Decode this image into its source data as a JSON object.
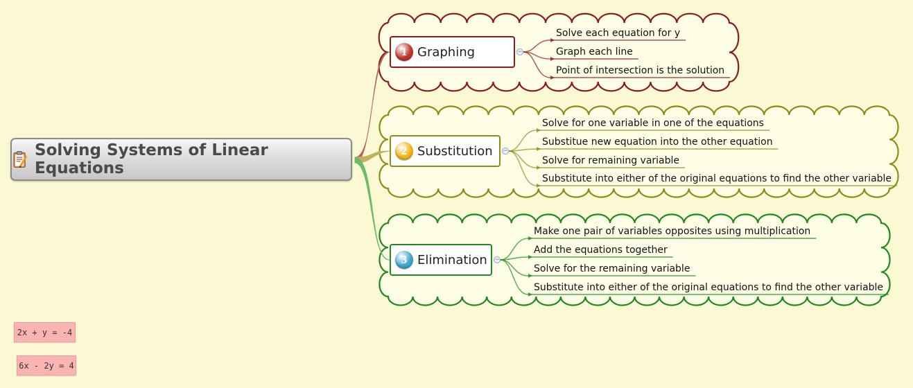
{
  "root": {
    "title": "Solving Systems of Linear Equations",
    "icon": "clipboard-pencil-icon"
  },
  "branches": [
    {
      "number": "1",
      "label": "Graphing",
      "color": "#8b1a1a",
      "badge_color": "#c0392b",
      "subtopics": [
        "Solve each equation for y",
        "Graph each line",
        "Point of intersection is the solution"
      ]
    },
    {
      "number": "2",
      "label": "Substitution",
      "color": "#8c8c16",
      "badge_color": "#f2b71b",
      "subtopics": [
        "Solve for one variable in one of the equations",
        "Substitue new equation into the other equation",
        "Solve for remaining variable",
        "Substitute into either of the original equations to find the other variable"
      ]
    },
    {
      "number": "3",
      "label": "Elimination",
      "color": "#1e8a1e",
      "badge_color": "#3fa7cf",
      "subtopics": [
        "Make one pair of variables opposites using multiplication",
        "Add the equations together",
        "Solve for the remaining variable",
        "Substitute into either of the original equations to find the other variable"
      ]
    }
  ],
  "notes": [
    "2x + y = -4",
    "6x - 2y = 4"
  ],
  "colors": {
    "background": "#fbf8d4",
    "cloud_fill": "#fefde6",
    "connector_graphing": "#b5665a",
    "connector_substitution": "#c2b25e",
    "connector_elimination": "#6cbb6c"
  }
}
